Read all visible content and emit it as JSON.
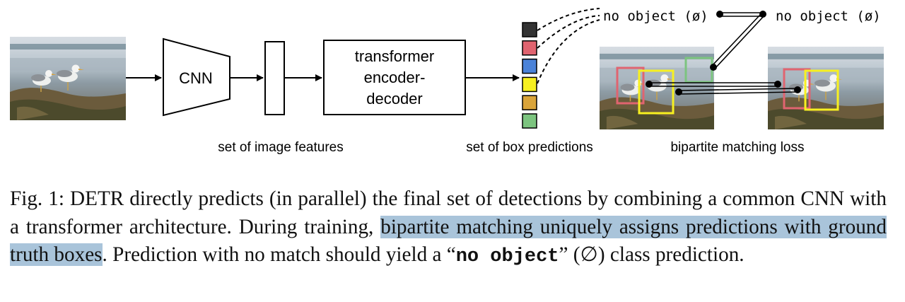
{
  "figure": {
    "cnn_label": "CNN",
    "transformer_lines": [
      "transformer",
      "encoder-",
      "decoder"
    ],
    "features_label": "set of image features",
    "predictions_label": "set of box predictions",
    "loss_label": "bipartite matching loss",
    "no_object_left": "no object (ø)",
    "no_object_right": "no object (ø)",
    "box_colors": [
      "#333333",
      "#e06470",
      "#4a82d8",
      "#f7f020",
      "#d9a43a",
      "#7cc47f"
    ]
  },
  "caption": {
    "prefix": "Fig. 1: DETR directly predicts (in parallel) the final set of detections by combining a common CNN with a transformer architecture. During training, ",
    "highlight": "bipartite matching uniquely assigns predictions with ground truth boxes",
    "middle": ". Prediction with no match should yield a “",
    "code": "no object",
    "suffix": "” (∅) class prediction."
  }
}
